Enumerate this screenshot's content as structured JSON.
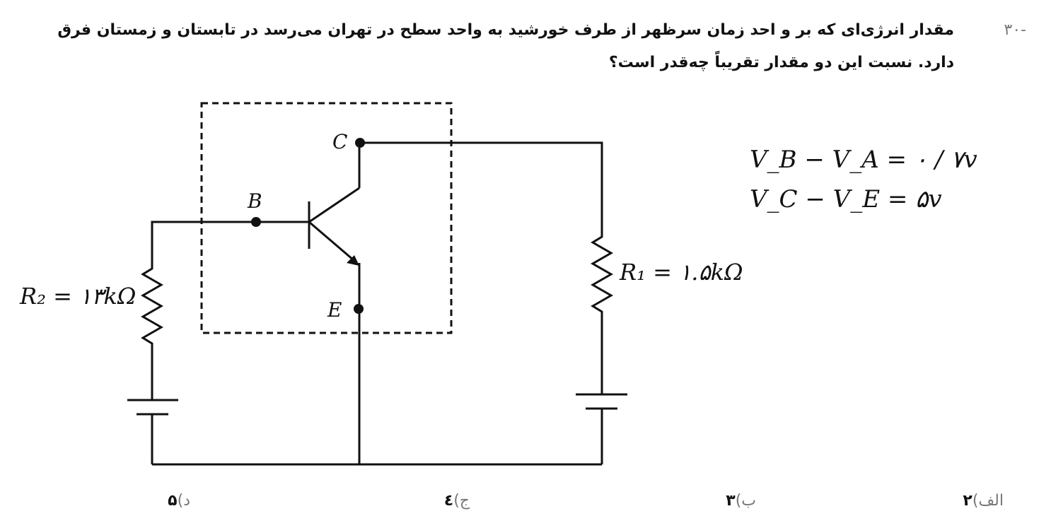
{
  "question": {
    "number": "-۳۰",
    "text_line1": "مقدار انرژی‌ای که بر و احد زمان سرظهر از طرف خورشید به واحد سطح در تهران می‌رسد در تابستان و زمستان فرق",
    "text_line2": "دارد. نسبت این دو مقدار تقریباً چه‌قدر است؟"
  },
  "circuit": {
    "node_c": "C",
    "node_b": "B",
    "node_e": "E",
    "r2_label": "R₂ = ۱۳kΩ",
    "r1_label": "R₁ = ۱.۵kΩ",
    "eq1": "V_B − V_A = ۰ / ۷v",
    "eq2": "V_C − V_E = ۵v"
  },
  "choices": [
    {
      "letter": "الف)",
      "value": "۲"
    },
    {
      "letter": "ب)",
      "value": "۳"
    },
    {
      "letter": "ج)",
      "value": "٤"
    },
    {
      "letter": "د)",
      "value": "۵"
    }
  ]
}
